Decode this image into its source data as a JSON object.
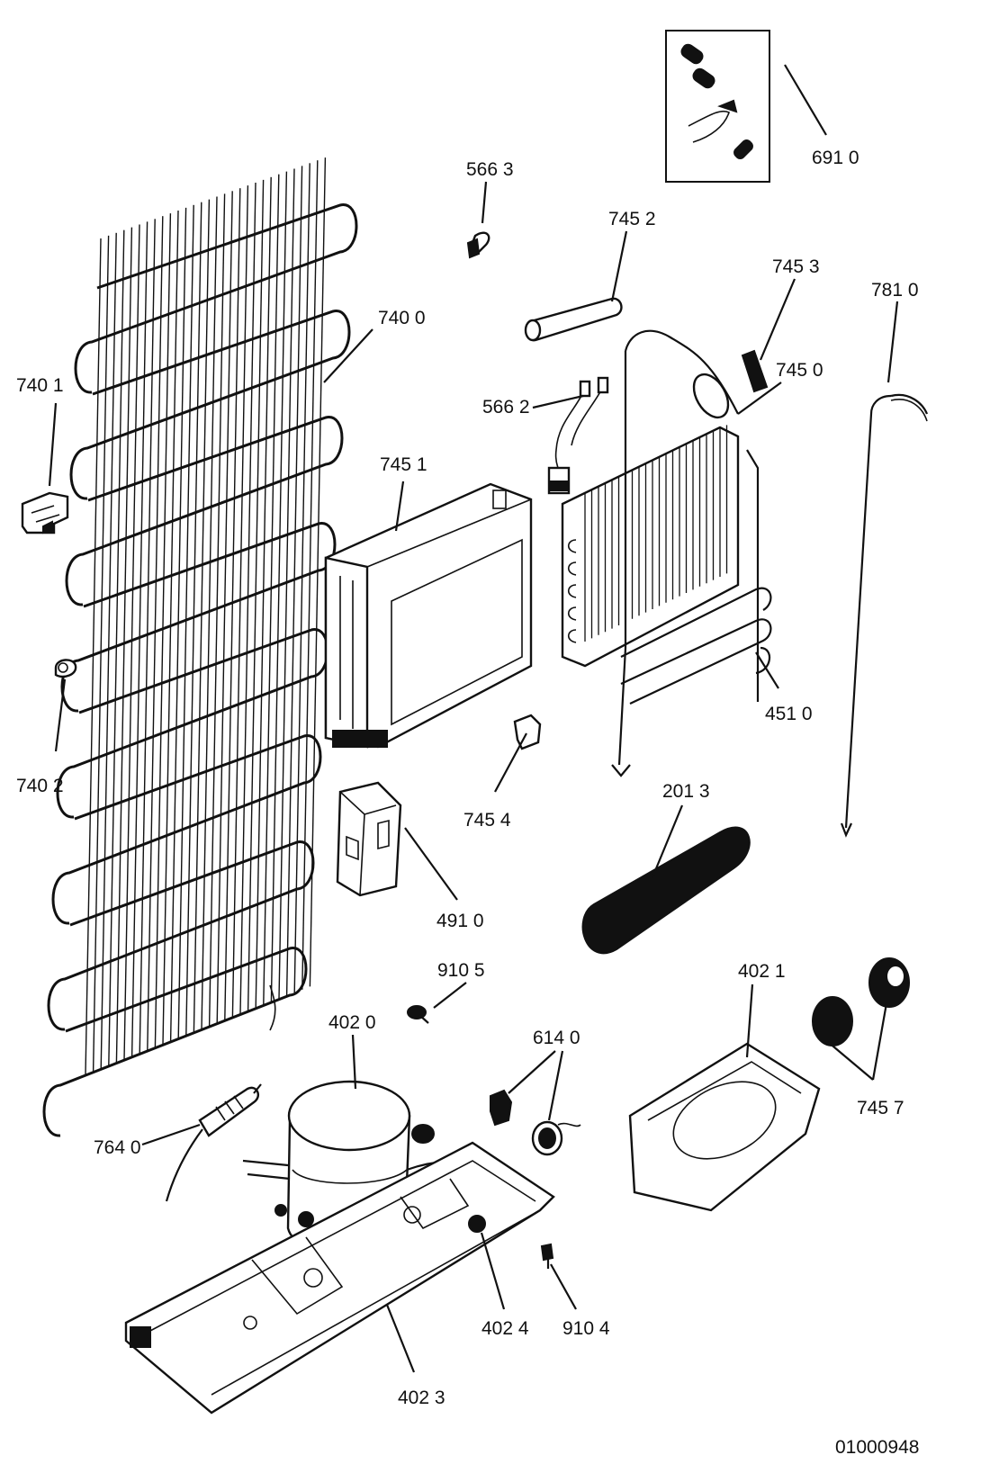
{
  "labels": {
    "l_6910": "691 0",
    "l_5663": "566 3",
    "l_7452": "745 2",
    "l_7453": "745  3",
    "l_7810": "781  0",
    "l_7400": "740 0",
    "l_7401": "740 1",
    "l_7450": "745 0",
    "l_5662": "566  2",
    "l_7451": "745 1",
    "l_4510": "451 0",
    "l_7402": "740 2",
    "l_7454": "745 4",
    "l_2013": "201 3",
    "l_4910": "491  0",
    "l_9105": "910  5",
    "l_4021": "402  1",
    "l_4020": "402 0",
    "l_6140": "614  0",
    "l_7457": "745  7",
    "l_7640": "764 0",
    "l_4024": "402  4",
    "l_9104": "910 4",
    "l_4023": "402 3"
  },
  "drawing_number": "01000948"
}
